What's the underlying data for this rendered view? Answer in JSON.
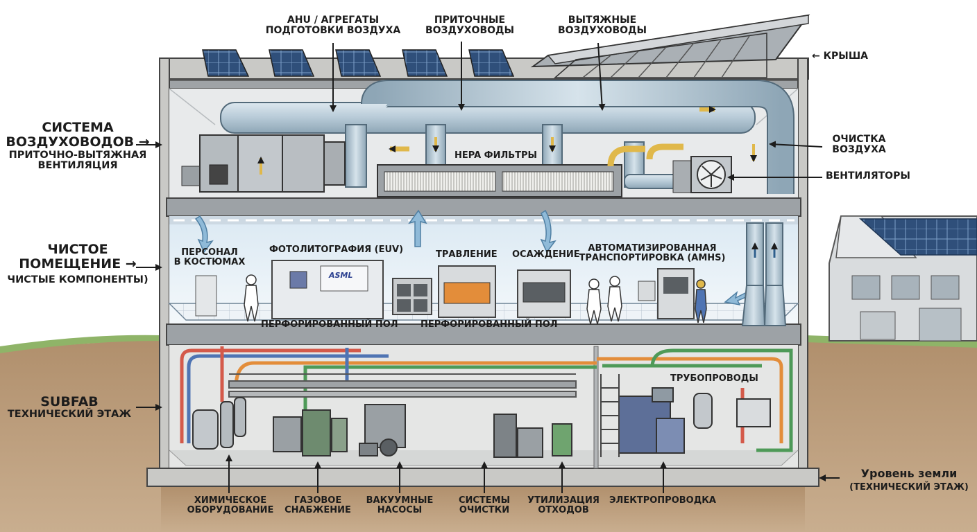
{
  "labels": {
    "ahu": [
      "AHU / АГРЕГАТЫ",
      "ПОДГОТОВКИ ВОЗДУХА"
    ],
    "supply_ducts": [
      "ПРИТОЧНЫЕ",
      "ВОЗДУХОВОДЫ"
    ],
    "exhaust_ducts": [
      "ВЫТЯЖНЫЕ",
      "ВОЗДУХОВОДЫ"
    ],
    "roof": "← КРЫША",
    "air_cleaning": [
      "ОЧИСТКА",
      "ВОЗДУХА"
    ],
    "fans": "ВЕНТИЛЯТОРЫ",
    "hepa": "HEPA ФИЛЬТРЫ",
    "duct_system": {
      "title": [
        "СИСТЕМА",
        "ВОЗДУХОВОДОВ →"
      ],
      "sub": [
        "ПРИТОЧНО-ВЫТЯЖНАЯ",
        "ВЕНТИЛЯЦИЯ"
      ]
    },
    "cleanroom": {
      "title": [
        "ЧИСТОЕ",
        "ПОМЕЩЕНИЕ →"
      ],
      "sub": "ЧИСТЫЕ КОМПОНЕНТЫ)"
    },
    "personnel": [
      "ПЕРСОНАЛ",
      "В КОСТЮМАХ"
    ],
    "photolitho": "ФОТОЛИТОГРАФИЯ (EUV)",
    "etching": "ТРАВЛЕНИЕ",
    "deposition": "ОСАЖДЕНИЕ",
    "amhs": [
      "АВТОМАТИЗИРОВАННАЯ",
      "ТРАНСПОРТИРОВКА (AMHS)"
    ],
    "asml": "ASML",
    "floor1": "ПЕРФОРИРОВАННЫЙ ПОЛ",
    "floor2": "ПЕРФОРИРОВАННЫЙ ПОЛ",
    "subfab": {
      "title": "SUBFAB",
      "sub": "ТЕХНИЧЕСКИЙ ЭТАЖ"
    },
    "pipelines": "ТРУБОПРОВОДЫ",
    "chem": [
      "ХИМИЧЕСКОЕ",
      "ОБОРУДОВАНИЕ"
    ],
    "gas": [
      "ГАЗОВОЕ",
      "СНАБЖЕНИЕ"
    ],
    "vacuum": [
      "ВАКУУМНЫЕ",
      "НАСОСЫ"
    ],
    "cleaning_systems": [
      "СИСТЕМЫ",
      "ОЧИСТКИ"
    ],
    "waste": [
      "УТИЛИЗАЦИЯ",
      "ОТХОДОВ"
    ],
    "electrical": "ЭЛЕКТРОПРОВОДКА",
    "ground": [
      "Уровень земли",
      "(ТЕХНИЧЕСКИЙ ЭТАЖ)"
    ]
  },
  "colors": {
    "duct": "#b9ccd8",
    "concrete": "#c9c9c6",
    "soil": "#b89a7a",
    "grass": "#8fb468",
    "cleanroom_air": "#e2eef6",
    "pipe_red": "#d45a4a",
    "pipe_orange": "#e38d3a",
    "pipe_green": "#4e9a58",
    "pipe_blue": "#4f74b3",
    "filter_yellow": "#e0b84a",
    "equipment_blue": "#5d6f98"
  }
}
